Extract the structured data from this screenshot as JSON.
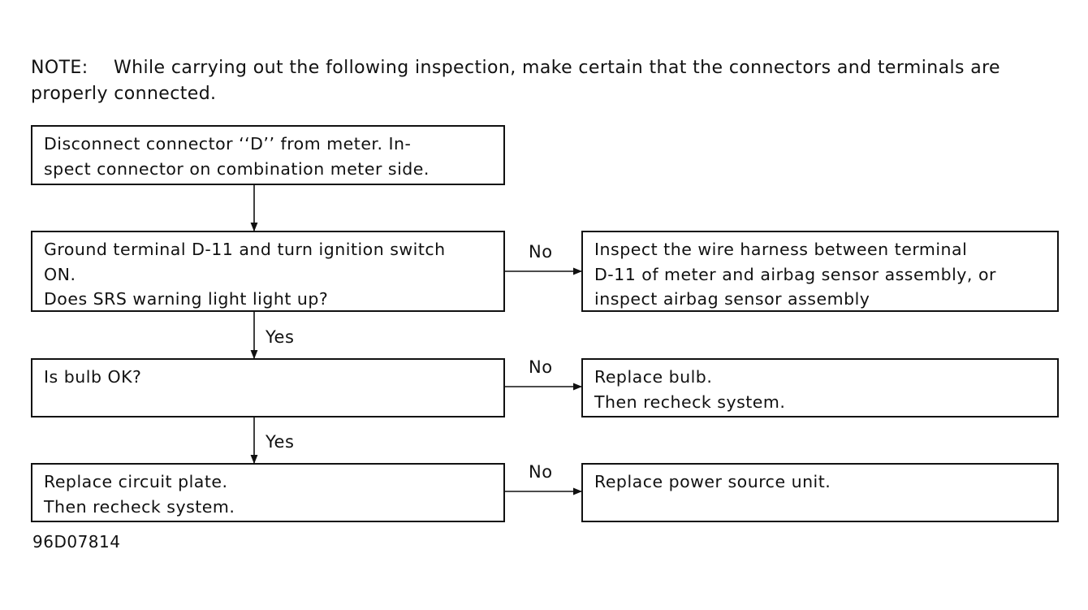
{
  "note": {
    "label": "NOTE:",
    "text": "While carrying out the following inspection, make certain that the connectors and terminals are",
    "text_continued": "properly connected."
  },
  "flowchart": {
    "boxes": [
      {
        "id": "box-1",
        "lines": [
          "Disconnect connector ‘‘D’’ from meter. In-",
          "spect connector on combination meter side."
        ]
      },
      {
        "id": "box-2",
        "lines": [
          "Ground terminal D-11 and turn ignition switch",
          "ON.",
          "Does SRS warning light light up?"
        ]
      },
      {
        "id": "box-3",
        "lines": [
          "Inspect the wire harness between terminal",
          "D-11 of meter and airbag sensor assembly, or",
          "inspect airbag sensor assembly"
        ]
      },
      {
        "id": "box-4",
        "lines": [
          "Is bulb OK?"
        ]
      },
      {
        "id": "box-5",
        "lines": [
          "Replace bulb.",
          "Then recheck system."
        ]
      },
      {
        "id": "box-6",
        "lines": [
          "Replace circuit plate.",
          "Then recheck system."
        ]
      },
      {
        "id": "box-7",
        "lines": [
          "Replace power source unit."
        ]
      }
    ],
    "edge_labels": {
      "yes_1": "Yes",
      "yes_2": "Yes",
      "no_1": "No",
      "no_2": "No",
      "no_3": "No"
    }
  },
  "figure_id": "96D07814"
}
